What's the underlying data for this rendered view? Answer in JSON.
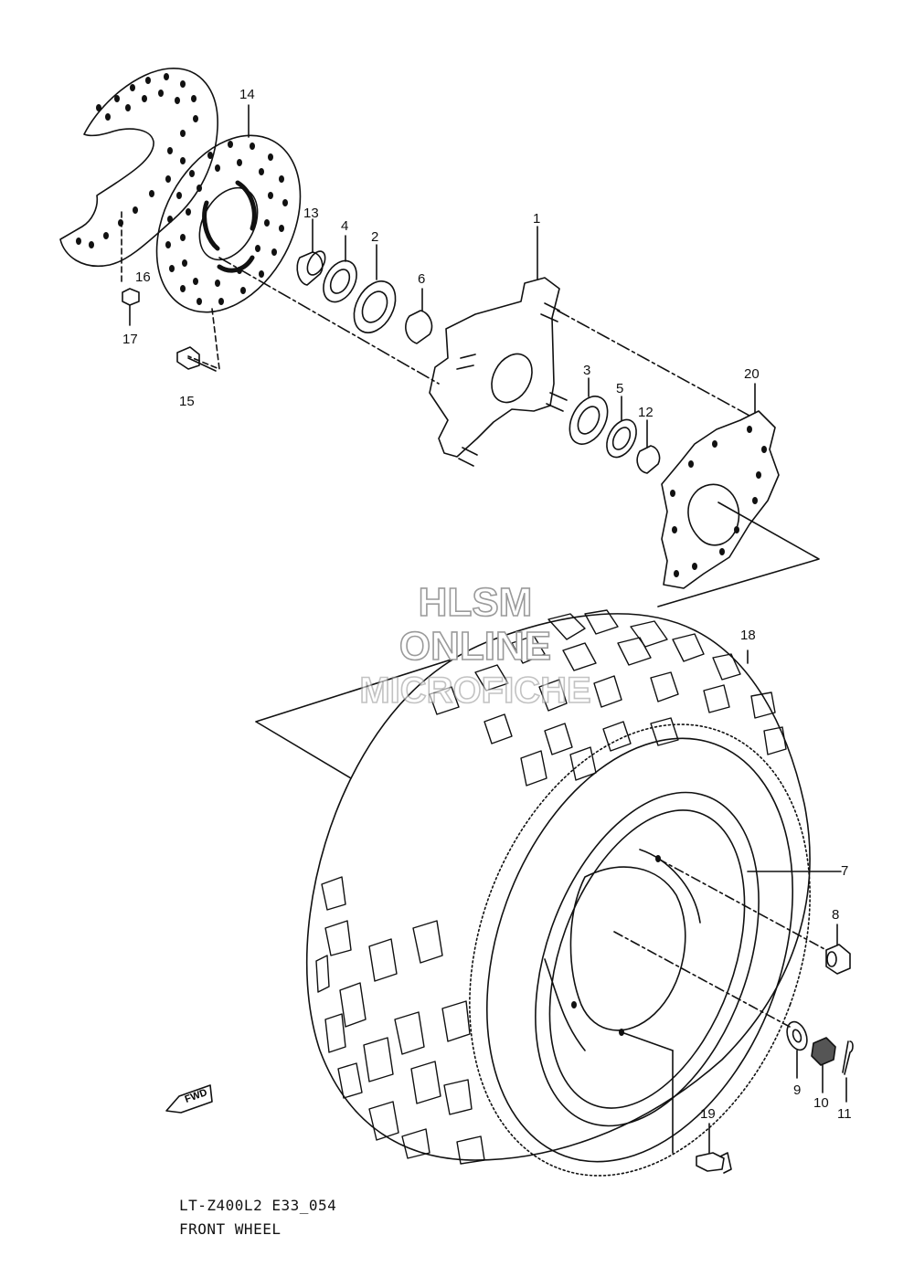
{
  "diagram": {
    "callouts": [
      {
        "id": "c1",
        "label": "1"
      },
      {
        "id": "c2",
        "label": "2"
      },
      {
        "id": "c3",
        "label": "3"
      },
      {
        "id": "c4",
        "label": "4"
      },
      {
        "id": "c5",
        "label": "5"
      },
      {
        "id": "c6",
        "label": "6"
      },
      {
        "id": "c7",
        "label": "7"
      },
      {
        "id": "c8",
        "label": "8"
      },
      {
        "id": "c9",
        "label": "9"
      },
      {
        "id": "c10",
        "label": "10"
      },
      {
        "id": "c11",
        "label": "11"
      },
      {
        "id": "c12",
        "label": "12"
      },
      {
        "id": "c13",
        "label": "13"
      },
      {
        "id": "c14",
        "label": "14"
      },
      {
        "id": "c15",
        "label": "15"
      },
      {
        "id": "c16",
        "label": "16"
      },
      {
        "id": "c17",
        "label": "17"
      },
      {
        "id": "c18",
        "label": "18"
      },
      {
        "id": "c19",
        "label": "19"
      },
      {
        "id": "c20",
        "label": "20"
      }
    ],
    "fwd_label": "FWD",
    "model_code": "LT-Z400L2 E33_054",
    "section_title": "FRONT WHEEL"
  },
  "watermark": {
    "line1": "HLSM",
    "line2": "ONLINE",
    "line3": "MICROFICHE"
  },
  "colors": {
    "line": "#111111",
    "watermark_outline": "#9a9a9a"
  }
}
